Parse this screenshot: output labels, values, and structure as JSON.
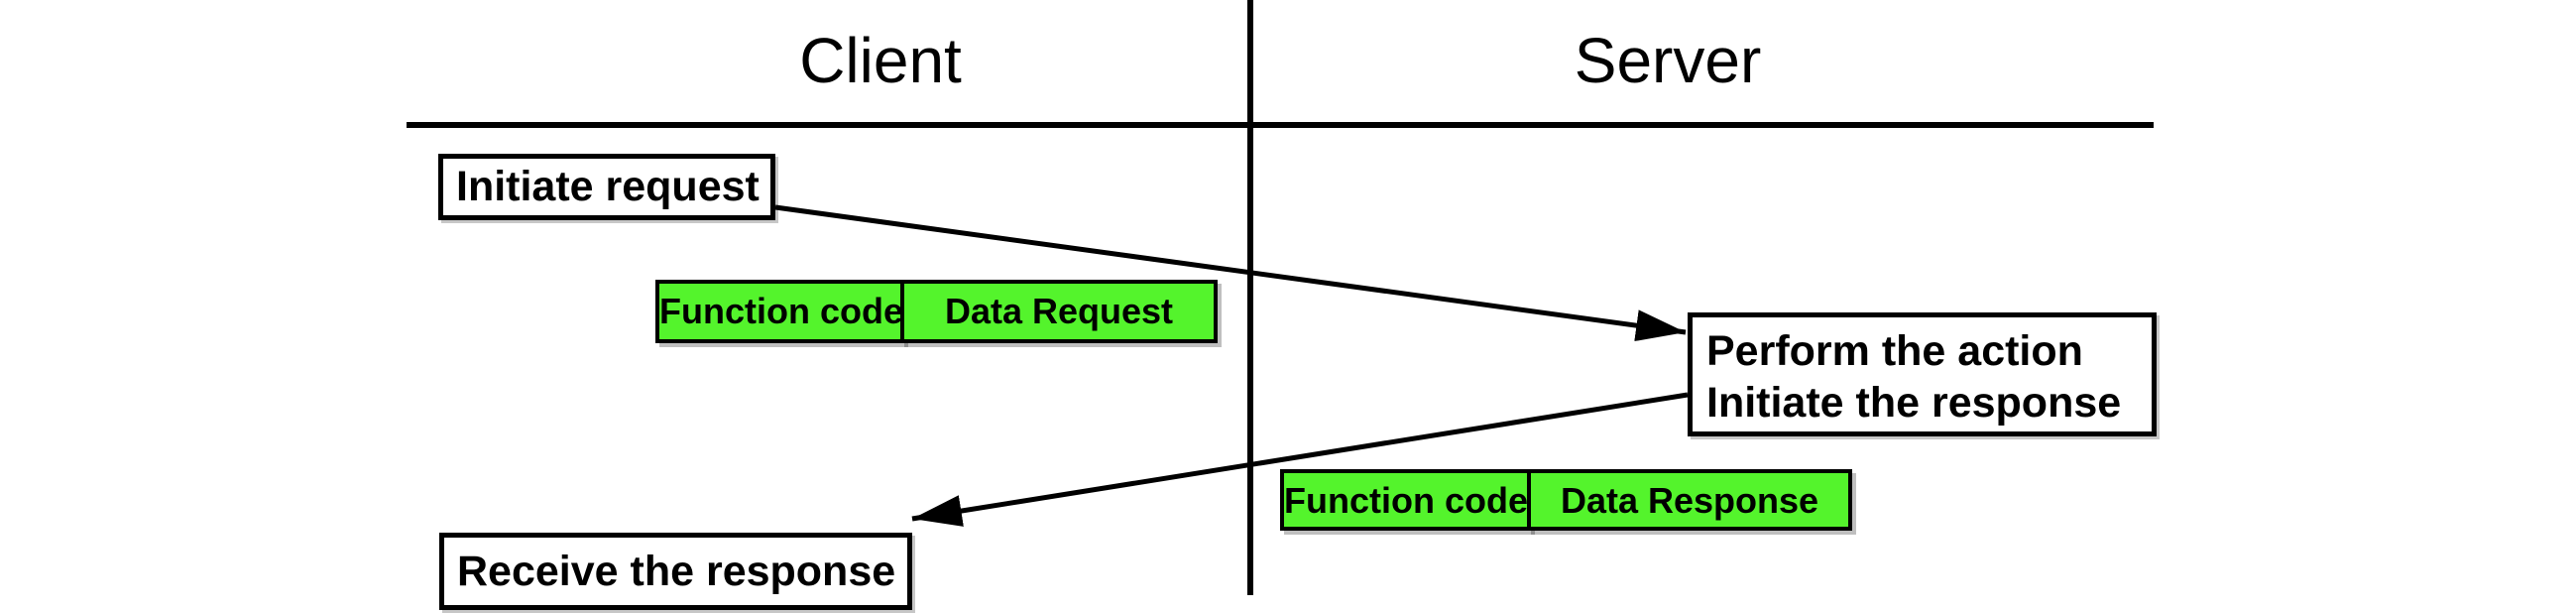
{
  "header": {
    "client": "Client",
    "server": "Server"
  },
  "client_flow": {
    "initiate_request": "Initiate request",
    "receive_response": "Receive the response"
  },
  "server_flow": {
    "perform_action": "Perform the action",
    "initiate_response": "Initiate the response"
  },
  "request_pdu": {
    "function_code": "Function code",
    "data": "Data Request"
  },
  "response_pdu": {
    "function_code": "Function code",
    "data": "Data Response"
  },
  "colors": {
    "pdu_fill": "#54F42C",
    "stroke": "#000000",
    "background": "#FFFFFF",
    "text": "#000000"
  }
}
